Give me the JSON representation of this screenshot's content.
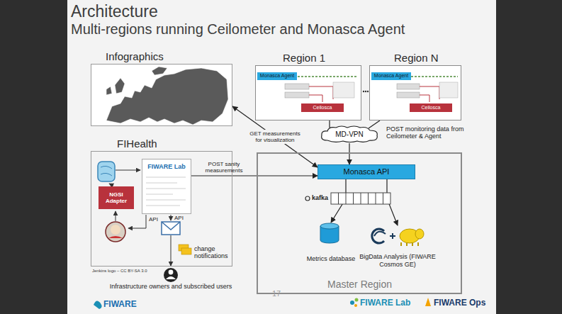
{
  "diagram": {
    "title": "Architecture",
    "nodes": [
      {
        "text": [
          "Infographics"
        ]
      },
      {
        "text": [
          "Region 1"
        ]
      },
      {
        "text": [
          "Monasca Agent"
        ],
        "in": 1
      },
      {
        "text": [
          "Ceilosca"
        ],
        "in": 1
      },
      {
        "text": [
          "Region N"
        ]
      },
      {
        "text": [
          "Monasca Agent"
        ],
        "in": 4
      },
      {
        "text": [
          "Ceilosca"
        ],
        "in": 4
      },
      {
        "text": [
          "MD-VPN"
        ]
      },
      {
        "text": [
          "FIHealth"
        ]
      },
      {
        "text": [
          "FIWARE Lab"
        ],
        "in": 8
      },
      {
        "text": [
          "NGSI Adapter"
        ],
        "in": 8
      },
      {
        "text": [
          "Master Region"
        ]
      },
      {
        "text": [
          "Monasca API"
        ],
        "in": 11
      },
      {
        "text": [
          "Metrics database"
        ],
        "in": 11
      },
      {
        "text": [
          "BigData Analysis (FIWARE Cosmos GE)"
        ],
        "in": 11
      }
    ],
    "edges": [
      {
        "from": 12,
        "to": 0,
        "arrow": "both",
        "label": "GET measurements for visualization"
      },
      {
        "from": 9,
        "to": 12,
        "arrow": "to",
        "label": "POST sanity measurements"
      },
      {
        "from": 1,
        "to": 7,
        "arrow": "none"
      },
      {
        "from": 4,
        "to": 7,
        "arrow": "none"
      },
      {
        "from": 7,
        "to": 12,
        "arrow": "to"
      },
      {
        "from": 12,
        "to": 13,
        "arrow": "to"
      },
      {
        "from": 12,
        "to": 14,
        "arrow": "to"
      }
    ],
    "labels": [
      "Multi-regions running Ceilometer and Monasca Agent",
      "POST monitoring data from Ceilometer & Agent",
      "kafka",
      "API",
      "API",
      "Jenkins logo – CC BY-SA 3.0",
      "change notifications",
      "Infrastructure owners and subscribed users",
      "17",
      "FIWARE",
      "FIWARE Lab",
      "FIWARE Ops"
    ]
  }
}
